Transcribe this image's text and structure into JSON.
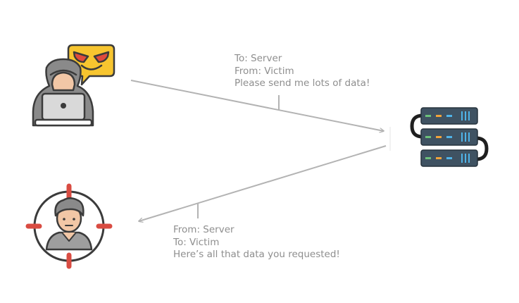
{
  "request_message": {
    "to": "To: Server",
    "from": "From: Victim",
    "body": "Please send me lots of data!"
  },
  "response_message": {
    "from": "From: Server",
    "to": "To: Victim",
    "body": "Here’s all that data you requested!"
  },
  "icons": {
    "attacker": "hacker-icon",
    "server": "server-rack-icon",
    "victim": "targeted-victim-icon"
  },
  "colors": {
    "arrow": "#b3b3b3",
    "text": "#8e8e8e",
    "outline": "#3b3b3b",
    "speech_bubble": "#f7c52f",
    "hood": "#8a8a8a",
    "server_body": "#3f5262",
    "crosshair_accent": "#d94c42",
    "led_green": "#6cc07a",
    "led_orange": "#f1a33a",
    "led_blue": "#4fb3e8"
  }
}
